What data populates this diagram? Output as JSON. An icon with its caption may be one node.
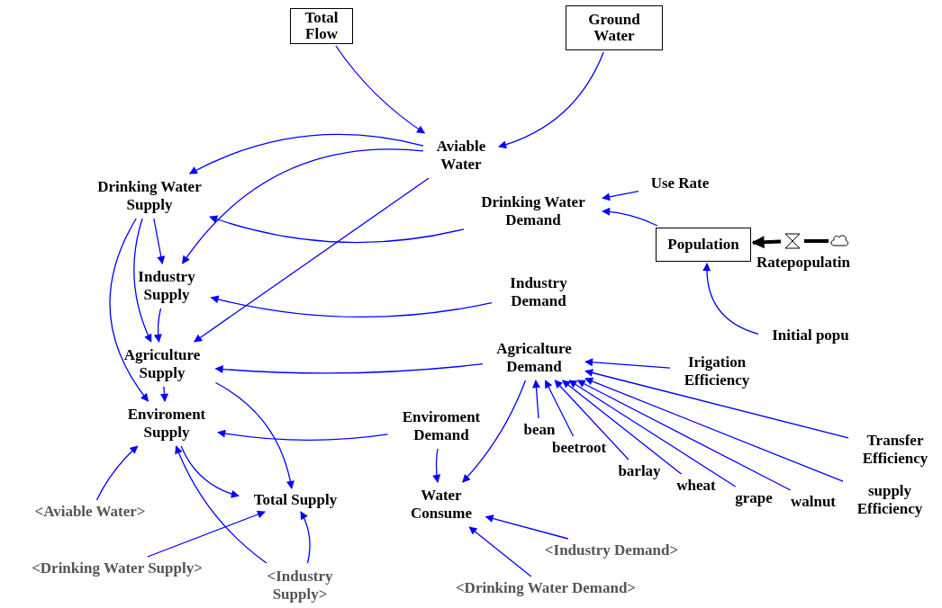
{
  "diagram": {
    "nodes": [
      {
        "text": [
          "Total Flow"
        ]
      },
      {
        "text": [
          "Ground Water"
        ]
      },
      {
        "text": [
          "Aviable Water"
        ]
      },
      {
        "text": [
          "Drinking Water Supply"
        ]
      },
      {
        "text": [
          "Use Rate"
        ]
      },
      {
        "text": [
          "Drinking Water Demand"
        ]
      },
      {
        "text": [
          "Population"
        ]
      },
      {
        "text": [],
        "shape": "cloud"
      },
      {
        "text": [],
        "shape": "valve",
        "beside": [
          "Ratepopulatin"
        ]
      },
      {
        "text": [
          "Industry Supply"
        ]
      },
      {
        "text": [
          "Industry Demand"
        ]
      },
      {
        "text": [
          "Initial popu"
        ]
      },
      {
        "text": [
          "Agriculture Supply"
        ]
      },
      {
        "text": [
          "Agricalture Demand"
        ]
      },
      {
        "text": [
          "Irigation Efficiency"
        ]
      },
      {
        "text": [
          "Enviroment Supply"
        ]
      },
      {
        "text": [
          "Enviroment Demand"
        ]
      },
      {
        "text": [
          "bean"
        ]
      },
      {
        "text": [
          "beetroot"
        ]
      },
      {
        "text": [
          "Transfer Efficiency"
        ]
      },
      {
        "text": [
          "barlay"
        ]
      },
      {
        "text": [
          "wheat"
        ]
      },
      {
        "text": [
          "grape"
        ]
      },
      {
        "text": [
          "walnut"
        ]
      },
      {
        "text": [
          "supply Efficiency"
        ]
      },
      {
        "text": [
          "<Aviable Water>"
        ]
      },
      {
        "text": [
          "Total Supply"
        ]
      },
      {
        "text": [
          "Water Consume"
        ]
      },
      {
        "text": [
          "<Drinking Water Supply>"
        ]
      },
      {
        "text": [
          "<Industry Supply>"
        ]
      },
      {
        "text": [
          "<Industry Demand>"
        ]
      },
      {
        "text": [
          "<Drinking Water Demand>"
        ]
      }
    ],
    "edges": [
      {
        "from": 0,
        "to": 2,
        "arrow": "to"
      },
      {
        "from": 1,
        "to": 2,
        "arrow": "to"
      },
      {
        "from": 2,
        "to": 3,
        "arrow": "to"
      },
      {
        "from": 2,
        "to": 9,
        "arrow": "to"
      },
      {
        "from": 2,
        "to": 12,
        "arrow": "to"
      },
      {
        "from": 4,
        "to": 5,
        "arrow": "to"
      },
      {
        "from": 5,
        "to": 3,
        "arrow": "to"
      },
      {
        "from": 6,
        "to": 5,
        "arrow": "to"
      },
      {
        "from": 7,
        "to": 8,
        "arrow": "none",
        "style": "thick",
        "color": "#000000"
      },
      {
        "from": 8,
        "to": 6,
        "arrow": "to",
        "style": "thick",
        "color": "#000000"
      },
      {
        "from": 3,
        "to": 9,
        "arrow": "to"
      },
      {
        "from": 3,
        "to": 12,
        "arrow": "to"
      },
      {
        "from": 3,
        "to": 15,
        "arrow": "to"
      },
      {
        "from": 9,
        "to": 12,
        "arrow": "to"
      },
      {
        "from": 10,
        "to": 9,
        "arrow": "to"
      },
      {
        "from": 11,
        "to": 6,
        "arrow": "to"
      },
      {
        "from": 12,
        "to": 15,
        "arrow": "to"
      },
      {
        "from": 12,
        "to": 26,
        "arrow": "to"
      },
      {
        "from": 13,
        "to": 12,
        "arrow": "to"
      },
      {
        "from": 13,
        "to": 27,
        "arrow": "to"
      },
      {
        "from": 14,
        "to": 13,
        "arrow": "to"
      },
      {
        "from": 17,
        "to": 13,
        "arrow": "to"
      },
      {
        "from": 18,
        "to": 13,
        "arrow": "to"
      },
      {
        "from": 20,
        "to": 13,
        "arrow": "to"
      },
      {
        "from": 21,
        "to": 13,
        "arrow": "to"
      },
      {
        "from": 22,
        "to": 13,
        "arrow": "to"
      },
      {
        "from": 23,
        "to": 13,
        "arrow": "to"
      },
      {
        "from": 24,
        "to": 13,
        "arrow": "to"
      },
      {
        "from": 19,
        "to": 13,
        "arrow": "to"
      },
      {
        "from": 16,
        "to": 15,
        "arrow": "to"
      },
      {
        "from": 16,
        "to": 27,
        "arrow": "to"
      },
      {
        "from": 25,
        "to": 15,
        "arrow": "to"
      },
      {
        "from": 15,
        "to": 26,
        "arrow": "to"
      },
      {
        "from": 28,
        "to": 26,
        "arrow": "to"
      },
      {
        "from": 29,
        "to": 15,
        "arrow": "to"
      },
      {
        "from": 29,
        "to": 26,
        "arrow": "to"
      },
      {
        "from": 30,
        "to": 27,
        "arrow": "to"
      },
      {
        "from": 31,
        "to": 27,
        "arrow": "to"
      }
    ]
  }
}
